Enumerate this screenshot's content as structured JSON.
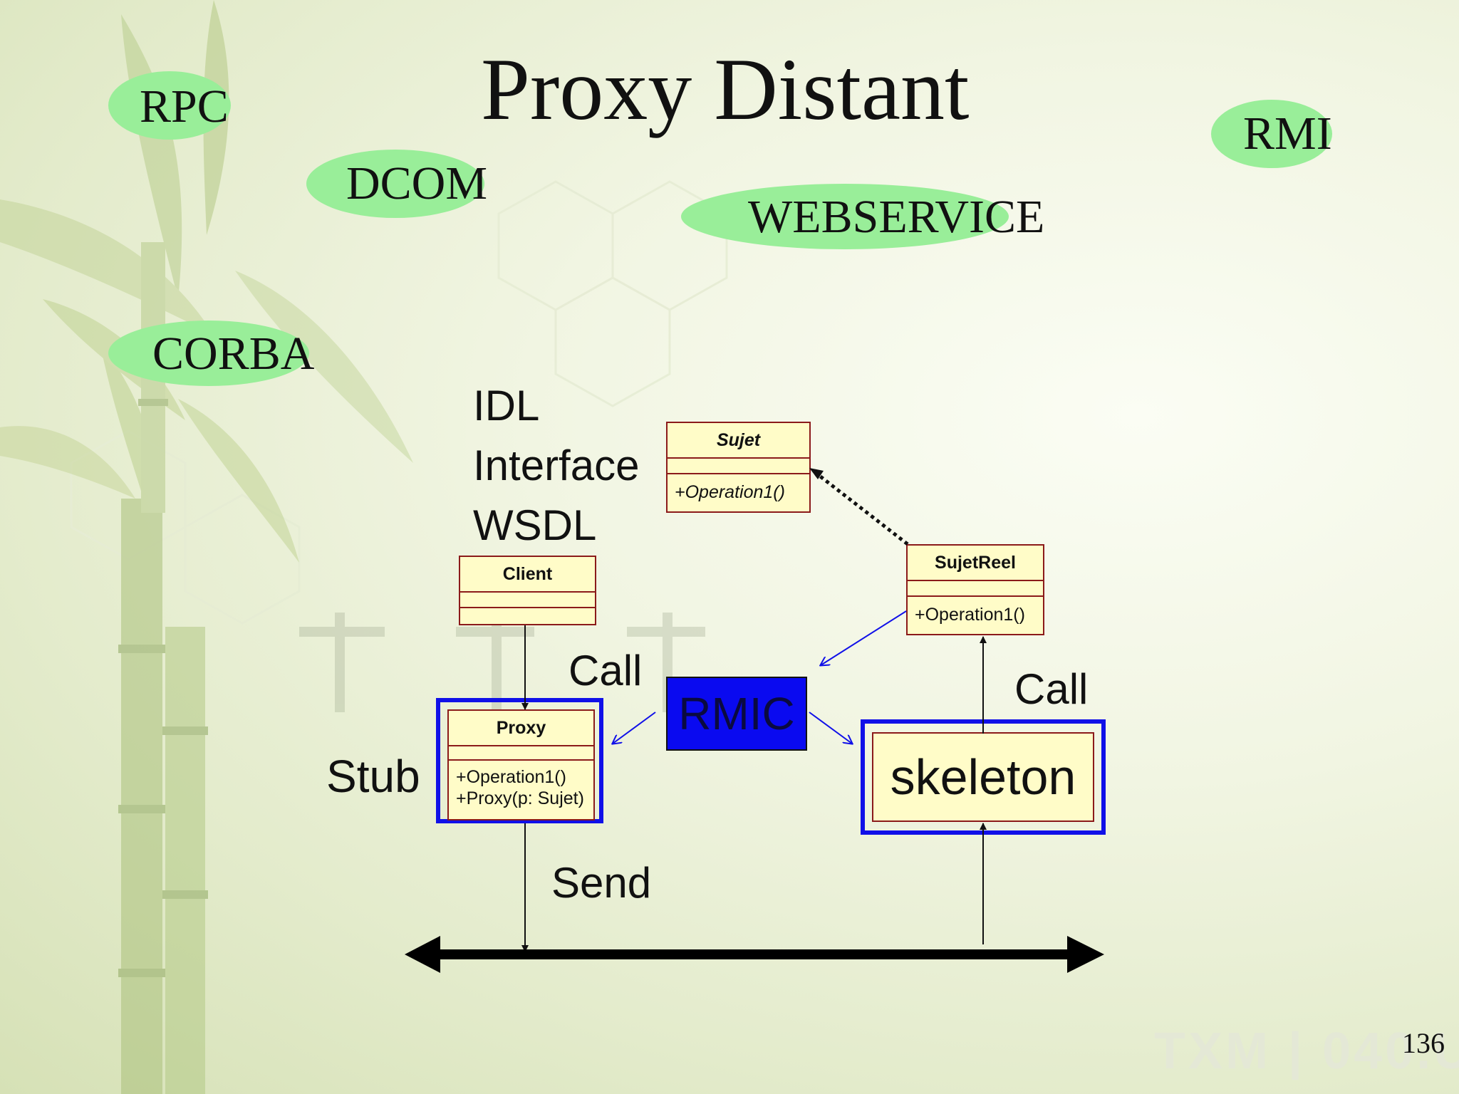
{
  "title": "Proxy Distant",
  "technologies": [
    "RPC",
    "DCOM",
    "WEBSERVICE",
    "RMI",
    "CORBA"
  ],
  "interface_terms": [
    "IDL",
    "Interface",
    "WSDL"
  ],
  "classes": {
    "sujet": {
      "name": "Sujet",
      "operations": [
        "+Operation1()"
      ]
    },
    "sujet_reel": {
      "name": "SujetReel",
      "operations": [
        "+Operation1()"
      ]
    },
    "client": {
      "name": "Client",
      "operations": []
    },
    "proxy": {
      "name": "Proxy",
      "operations": [
        "+Operation1()",
        "+Proxy(p: Sujet)"
      ]
    }
  },
  "labels": {
    "call_left": "Call",
    "call_right": "Call",
    "stub": "Stub",
    "send": "Send",
    "rmic": "RMIC",
    "skeleton": "skeleton"
  },
  "page_number": "136",
  "colors": {
    "oval": "#99ee99",
    "class_fill": "#fffcc8",
    "class_border": "#8b1a1a",
    "accent_blue": "#1010e8"
  }
}
